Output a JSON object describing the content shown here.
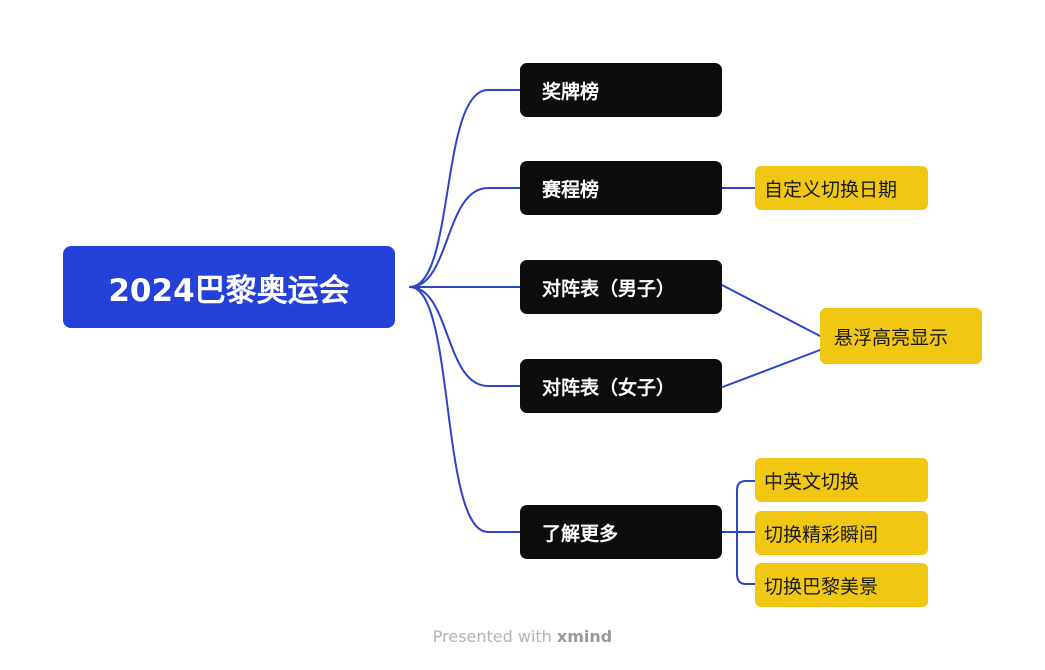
{
  "root": {
    "label": "2024巴黎奥运会"
  },
  "branches": [
    {
      "label": "奖牌榜"
    },
    {
      "label": "赛程榜"
    },
    {
      "label": "对阵表（男子）"
    },
    {
      "label": "对阵表（女子）"
    },
    {
      "label": "了解更多"
    }
  ],
  "leaves": [
    {
      "label": "自定义切换日期"
    },
    {
      "label": "悬浮高亮显示"
    },
    {
      "label": "中英文切换"
    },
    {
      "label": "切换精彩瞬间"
    },
    {
      "label": "切换巴黎美景"
    }
  ],
  "footer": {
    "prefix": "Presented with",
    "brand": "xmind"
  },
  "colors": {
    "root": "#2441d9",
    "branch": "#0d0d0d",
    "leaf": "#f0c814",
    "connector": "#2b45c8"
  }
}
